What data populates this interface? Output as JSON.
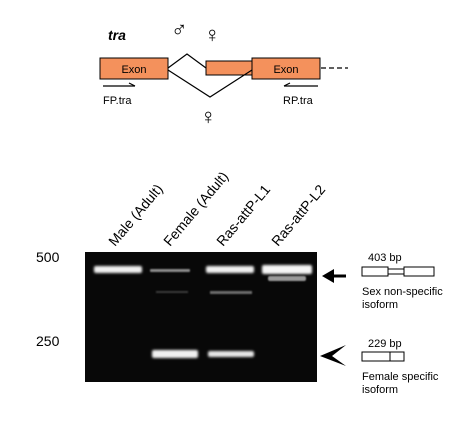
{
  "gene": {
    "name": "tra"
  },
  "symbols": {
    "male": "♂",
    "female": "♀"
  },
  "exons": {
    "exon1_label": "Exon",
    "exon3_label": "Exon"
  },
  "primers": {
    "forward": "FP.tra",
    "reverse": "RP.tra"
  },
  "gel": {
    "lanes": [
      "Male (Adult)",
      "Female (Adult)",
      "Ras-attP-L1",
      "Ras-attP-L2"
    ],
    "markers": [
      "500",
      "250"
    ],
    "bands": [
      {
        "lane": 1,
        "upper_403bp": "strong",
        "lower_229bp": "none"
      },
      {
        "lane": 2,
        "upper_403bp": "faint",
        "lower_229bp": "strong"
      },
      {
        "lane": 3,
        "upper_403bp": "strong",
        "lower_229bp": "strong"
      },
      {
        "lane": 4,
        "upper_403bp": "strong",
        "lower_229bp": "none"
      }
    ]
  },
  "annotations": {
    "upper_size": "403 bp",
    "upper_desc_line1": "Sex non-specific",
    "upper_desc_line2": "isoform",
    "lower_size": "229 bp",
    "lower_desc_line1": "Female specific",
    "lower_desc_line2": "isoform"
  },
  "colors": {
    "exon_fill": "#f4915c",
    "gel_bg": "#080808",
    "band": "#f0f0f0"
  }
}
